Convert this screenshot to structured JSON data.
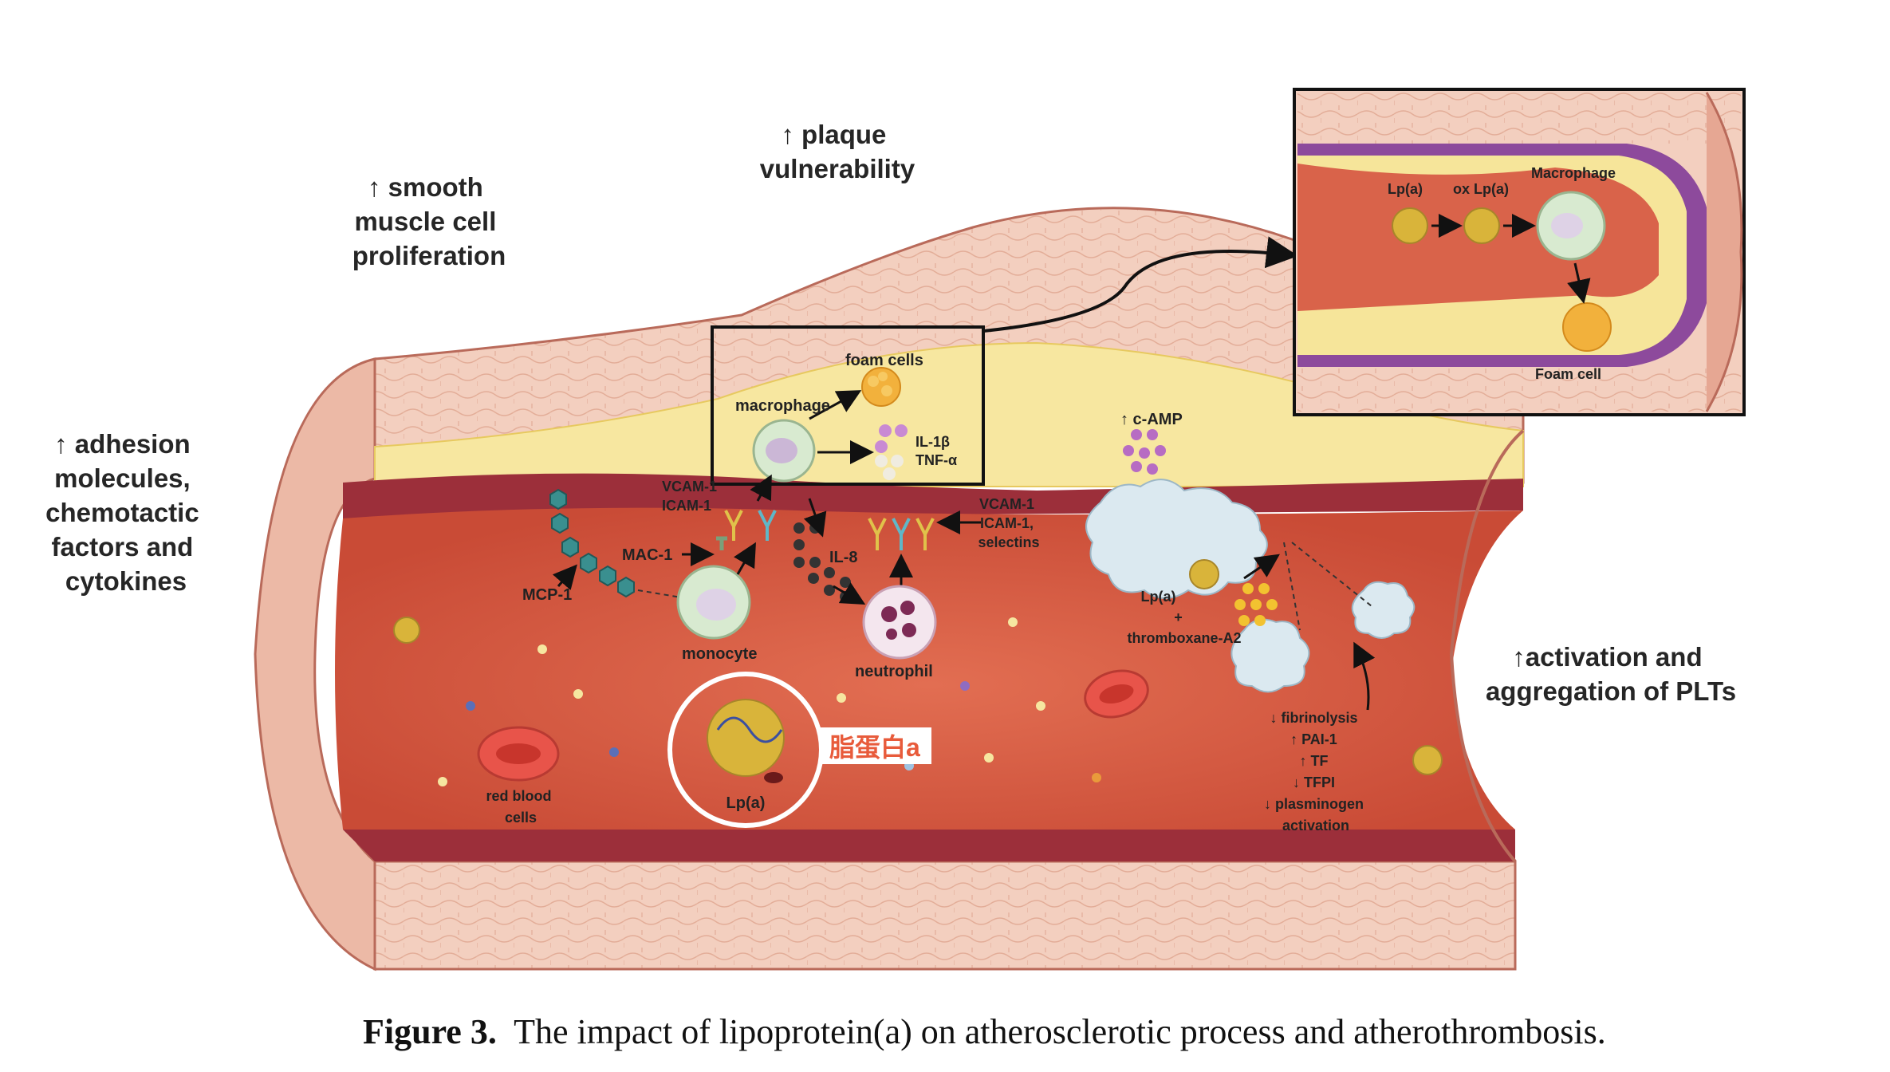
{
  "labels": {
    "smooth_muscle": [
      "↑ smooth",
      "muscle cell",
      "proliferation"
    ],
    "plaque": [
      "↑ plaque",
      "vulnerability"
    ],
    "adhesion": [
      "↑ adhesion",
      "molecules,",
      "chemotactic",
      "factors and",
      "cytokines"
    ],
    "activation": [
      "↑activation and",
      "aggregation of PLTs"
    ],
    "foam_cells": "foam cells",
    "macrophage": "macrophage",
    "il1b": "IL-1β",
    "tnfa": "TNF-α",
    "vcam1_left": "VCAM-1",
    "icam1_left": "ICAM-1",
    "mac1": "MAC-1",
    "mcp1": "MCP-1",
    "monocyte": "monocyte",
    "il8": "IL-8",
    "neutrophil": "neutrophil",
    "vcam_right": [
      "VCAM-1",
      "ICAM-1,",
      "selectins"
    ],
    "camp": "↑ c-AMP",
    "lpa_plt": [
      "Lp(a)",
      "+",
      "thromboxane-A2"
    ],
    "fibrinolysis": [
      "↓ fibrinolysis",
      "↑ PAI-1",
      "↑ TF",
      "↓ TFPI",
      "↓ plasminogen",
      "activation"
    ],
    "rbc": [
      "red blood",
      "cells"
    ],
    "lpa_circle": "Lp(a)",
    "chinese_tag": "脂蛋白a"
  },
  "inset": {
    "lpa": "Lp(a)",
    "oxlpa": "ox Lp(a)",
    "macrophage": "Macrophage",
    "foam": "Foam cell"
  },
  "caption": {
    "prefix": "Figure 3.",
    "text": "The impact of lipoprotein(a) on atherosclerotic process and atherothrombosis."
  },
  "colors": {
    "lumen": "#d9634a",
    "wall": "#f0c7b5",
    "intima": "#9c2f3a",
    "plaque": "#f6e59a",
    "tag": "#e85b3b"
  }
}
